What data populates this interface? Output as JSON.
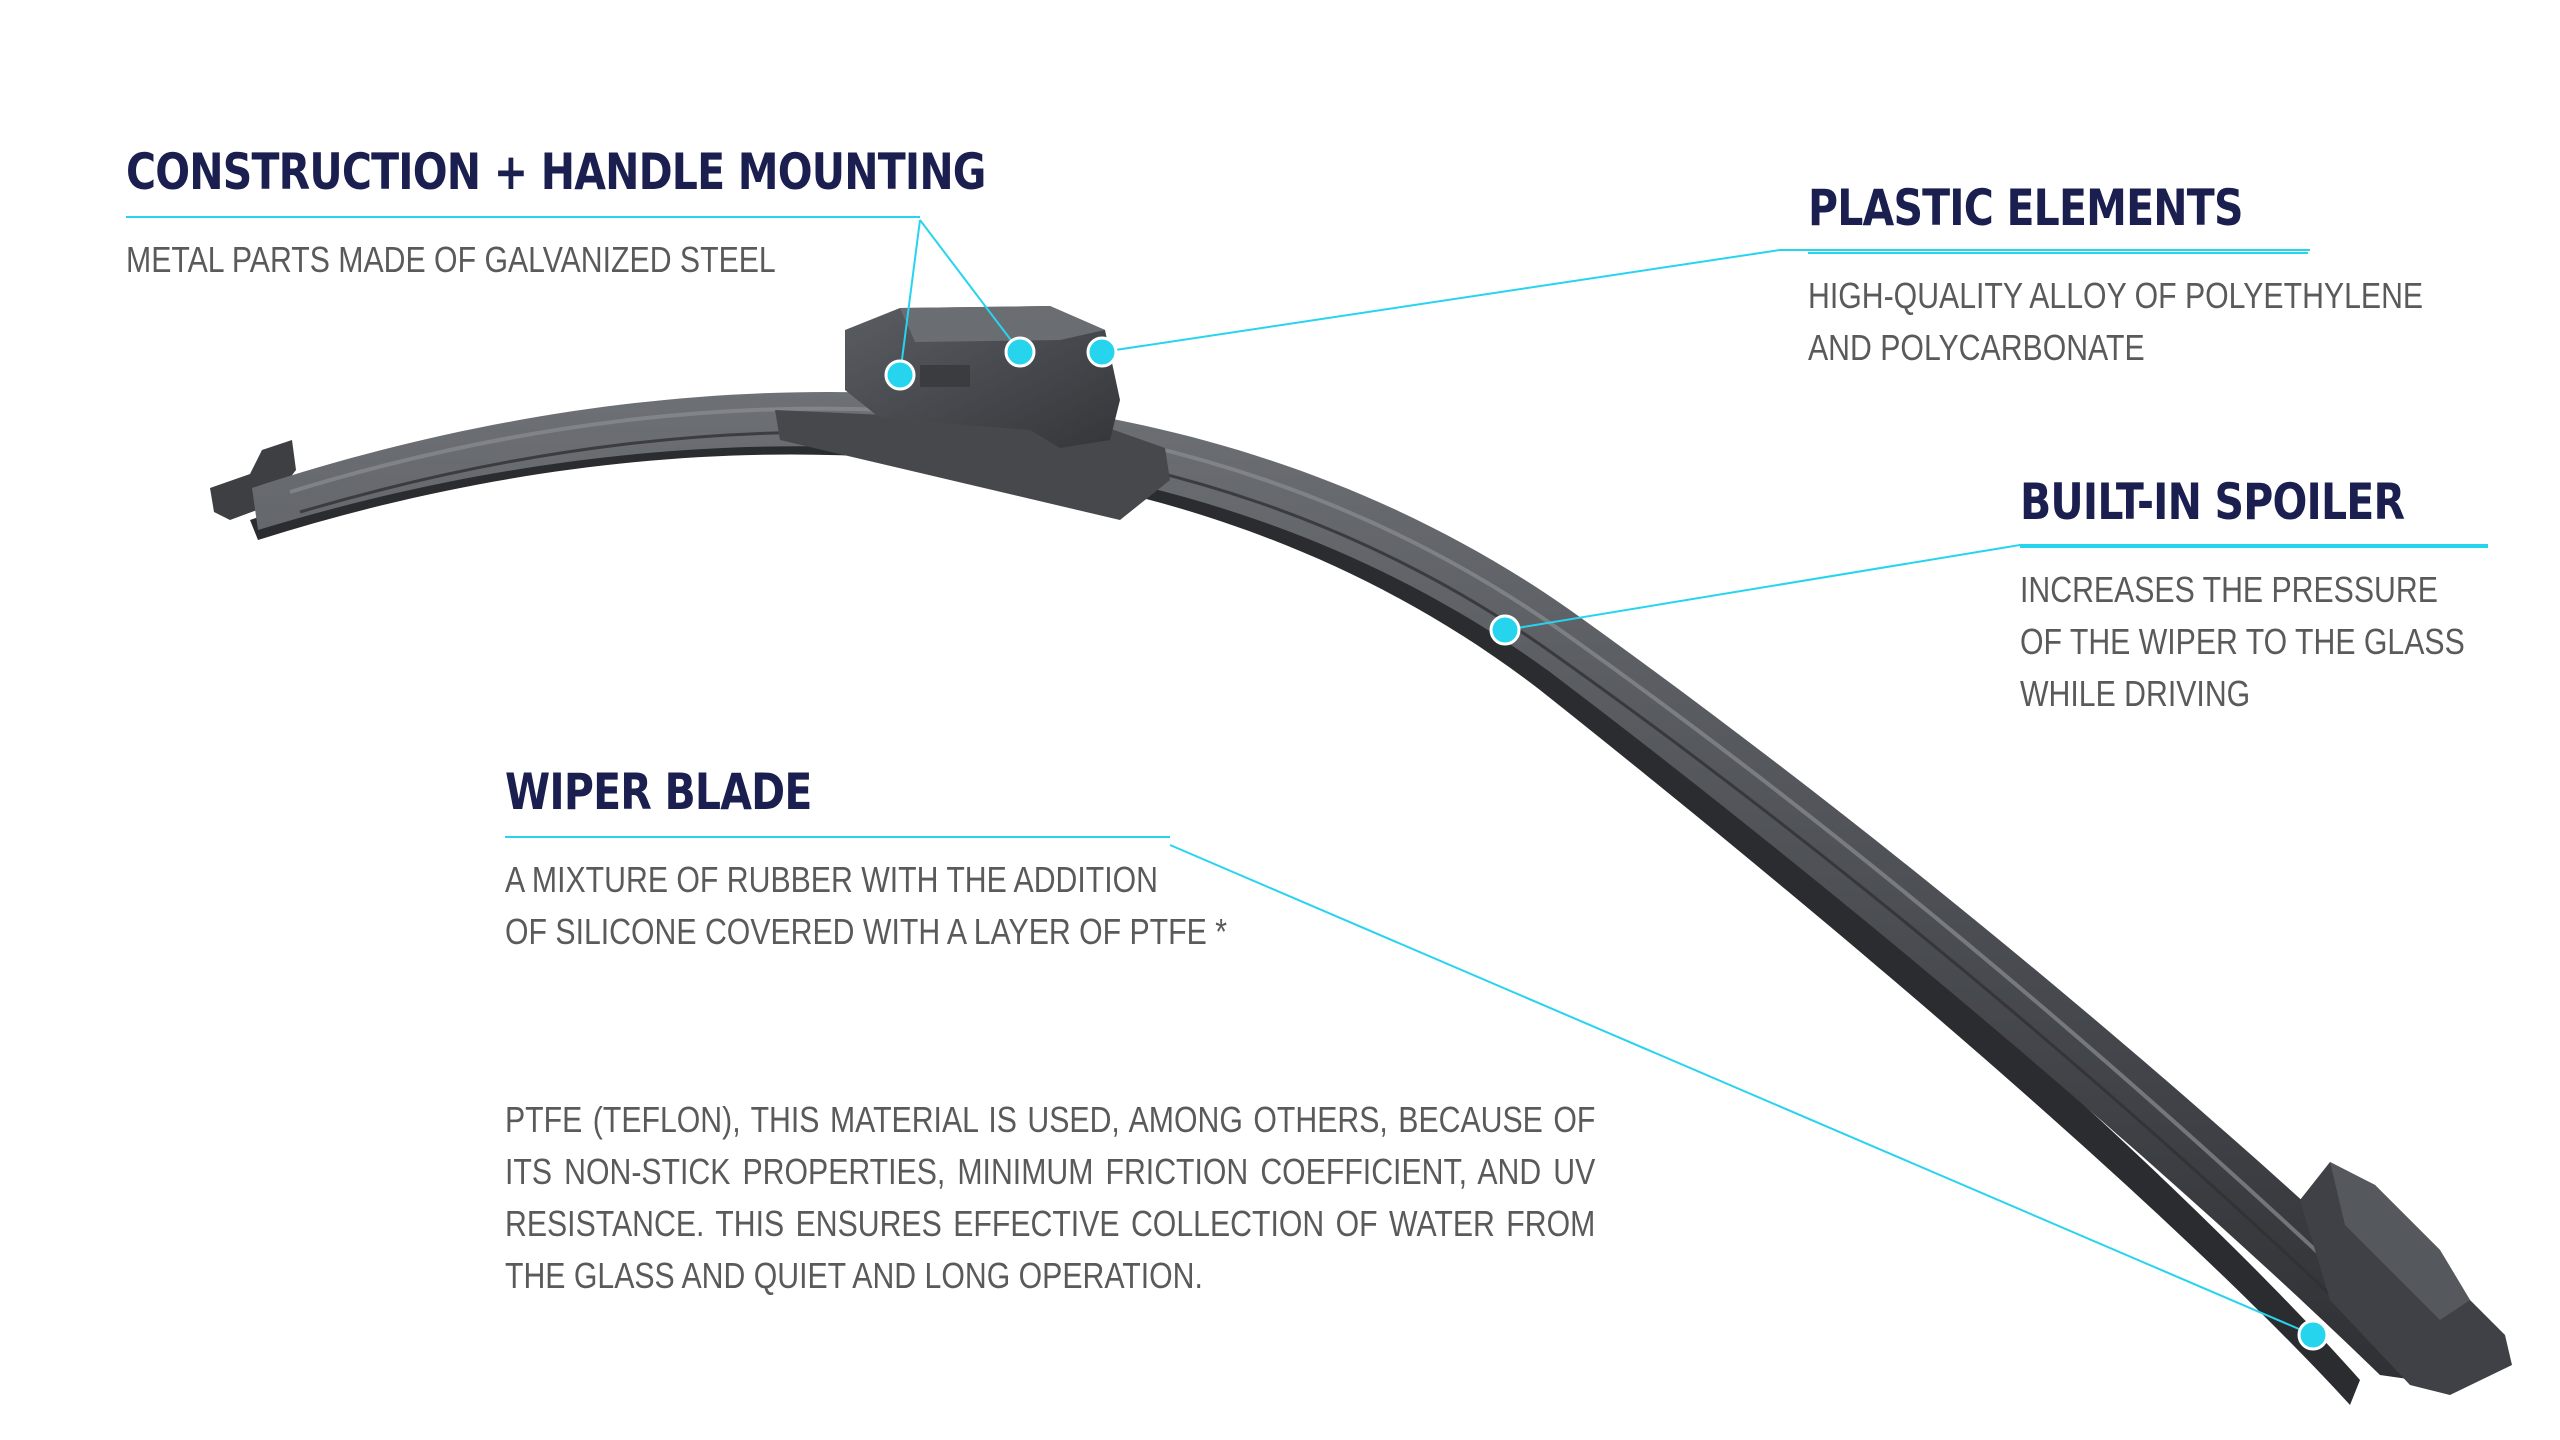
{
  "colors": {
    "heading": "#1a1f4f",
    "text": "#5a5a5a",
    "accent": "#27d4ee",
    "blade": "#4a4d52"
  },
  "callouts": {
    "construction": {
      "title": "CONSTRUCTION + HANDLE MOUNTING",
      "lines": [
        "METAL PARTS MADE OF GALVANIZED STEEL"
      ]
    },
    "plastic": {
      "title": "PLASTIC ELEMENTS",
      "lines": [
        "HIGH-QUALITY ALLOY OF POLYETHYLENE",
        "AND POLYCARBONATE"
      ]
    },
    "spoiler": {
      "title": "BUILT-IN SPOILER",
      "lines": [
        "INCREASES THE PRESSURE",
        "OF THE WIPER TO THE GLASS",
        "WHILE DRIVING"
      ]
    },
    "blade": {
      "title": "WIPER BLADE",
      "lines": [
        "A MIXTURE OF RUBBER WITH THE ADDITION",
        "OF SILICONE COVERED WITH A LAYER OF PTFE *"
      ]
    }
  },
  "footnote": "PTFE (TEFLON), THIS MATERIAL IS USED, AMONG OTHERS, BECAUSE OF ITS NON-STICK PROPERTIES, MINIMUM FRICTION COEFFICIENT, AND UV RESISTANCE. THIS ENSURES EFFECTIVE COLLECTION OF WATER FROM THE GLASS AND QUIET AND LONG OPERATION."
}
